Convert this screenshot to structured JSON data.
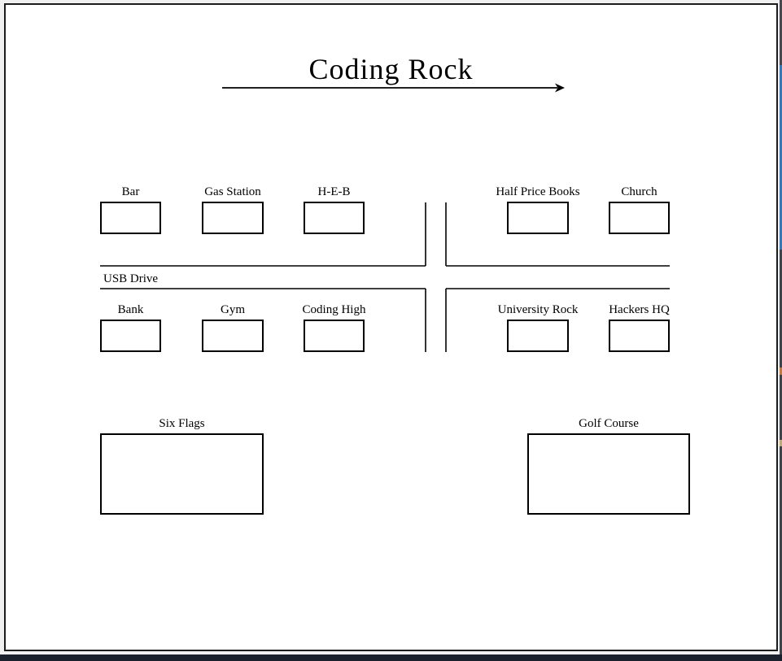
{
  "page": {
    "title": "Coding Rock",
    "road": {
      "label": "USB Drive"
    },
    "buildings": [
      {
        "id": "bar",
        "label": "Bar"
      },
      {
        "id": "gas-station",
        "label": "Gas Station"
      },
      {
        "id": "heb",
        "label": "H-E-B"
      },
      {
        "id": "half-price-books",
        "label": "Half Price Books"
      },
      {
        "id": "church",
        "label": "Church"
      },
      {
        "id": "bank",
        "label": "Bank"
      },
      {
        "id": "gym",
        "label": "Gym"
      },
      {
        "id": "coding-high",
        "label": "Coding High"
      },
      {
        "id": "university-rock",
        "label": "University Rock"
      },
      {
        "id": "hackers-hq",
        "label": "Hackers HQ"
      },
      {
        "id": "six-flags",
        "label": "Six Flags"
      },
      {
        "id": "golf-course",
        "label": "Golf Course"
      }
    ]
  },
  "colors": {
    "page_background": "#ffffff",
    "page_border": "#1c1c1c",
    "line_color": "#000000",
    "desktop_margin": "#f0f0f0",
    "taskbar": "#1a212c",
    "window_edge_dark": "#43474e",
    "window_edge_accent_blue": "#3a77b3",
    "window_edge_speck_orange": "#c07a45",
    "window_edge_speck_tan": "#c0a97a"
  }
}
